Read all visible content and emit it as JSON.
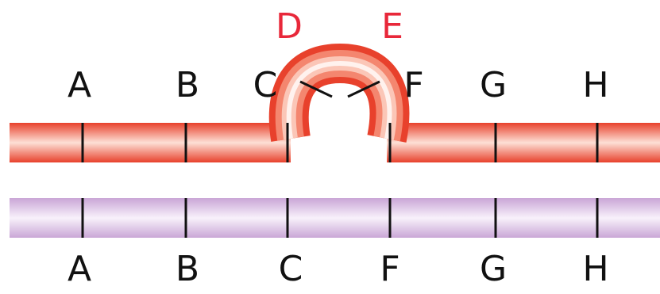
{
  "top_chromosome": {
    "labels": [
      "A",
      "B",
      "C",
      "F",
      "G",
      "H"
    ],
    "loop_labels": [
      "D",
      "E"
    ],
    "color": "#e8412c"
  },
  "bottom_chromosome": {
    "labels": [
      "A",
      "B",
      "C",
      "F",
      "G",
      "H"
    ],
    "color": "#c9a6d6"
  },
  "label_color": "#111111",
  "loop_label_color": "#e8283a"
}
